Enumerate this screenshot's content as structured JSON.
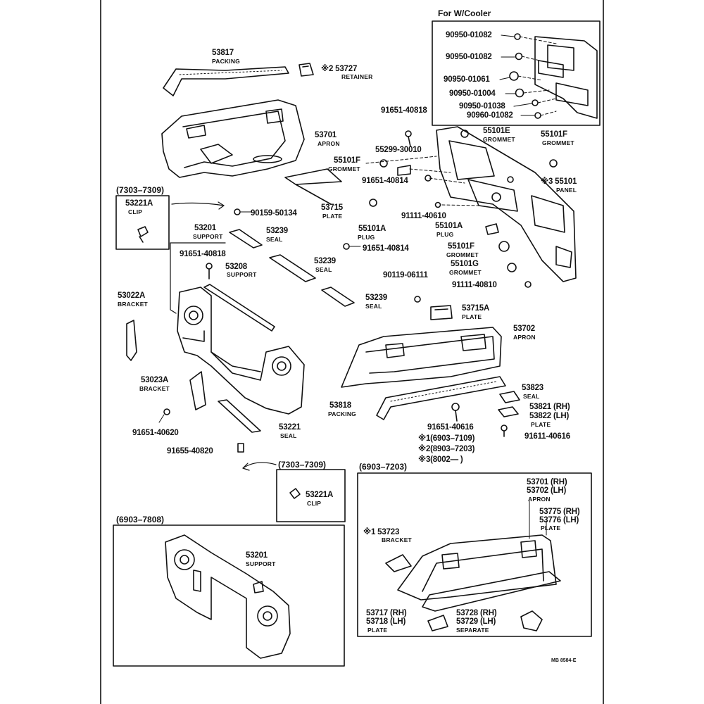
{
  "sections": {
    "cooler": "For W/Cooler",
    "range_7303_top": "(7303–7309)",
    "range_7303_bottom": "(7303–7309)",
    "range_6903_7808": "(6903–7808)",
    "range_6903_7203": "(6903–7203)"
  },
  "notes": {
    "n1": "※1(6903–7109)",
    "n2": "※2(8903–7203)",
    "n3": "※3(8002—        )"
  },
  "cooler_parts": [
    "90950-01082",
    "90950-01082",
    "90950-01061",
    "90950-01004",
    "90950-01038",
    "90960-01082"
  ],
  "labels": {
    "p53817": "53817",
    "p53817n": "PACKING",
    "p53727": "※2 53727",
    "p53727n": "RETAINER",
    "p53701": "53701",
    "p53701n": "APRON",
    "p91651_40818a": "91651-40818",
    "p55101E": "55101E",
    "p55101En": "GROMMET",
    "p55101Fa": "55101F",
    "p55101Fan": "GROMMET",
    "p55299": "55299-30010",
    "p55101Fb": "55101F",
    "p55101Fbn": "GROMMET",
    "p91651_40814a": "91651-40814",
    "p55101": "※3 55101",
    "p55101n": "PANEL",
    "p53221Aa": "53221A",
    "p53221Aan": "CLIP",
    "p90159": "90159-50134",
    "p53715": "53715",
    "p53715n": "PLATE",
    "p91111_40610": "91111-40610",
    "p55101Aa": "55101A",
    "p55101Aan": "PLUG",
    "p55101Ab": "55101A",
    "p55101Abn": "PLUG",
    "p53201a": "53201",
    "p53201an": "SUPPORT",
    "p53239a": "53239",
    "p53239an": "SEAL",
    "p91651_40814b": "91651-40814",
    "p55101Fc": "55101F",
    "p55101Fcn": "GROMMET",
    "p91651_40818b": "91651-40818",
    "p53208": "53208",
    "p53208n": "SUPPORT",
    "p53239b": "53239",
    "p53239bn": "SEAL",
    "p55101G": "55101G",
    "p55101Gn": "GROMMET",
    "p90119": "90119-06111",
    "p91111_40810": "91111-40810",
    "p53022A": "53022A",
    "p53022An": "BRACKET",
    "p53239c": "53239",
    "p53239cn": "SEAL",
    "p53715A": "53715A",
    "p53715An": "PLATE",
    "p53702": "53702",
    "p53702n": "APRON",
    "p53023A": "53023A",
    "p53023An": "BRACKET",
    "p53823": "53823",
    "p53823n": "SEAL",
    "p53818": "53818",
    "p53818n": "PACKING",
    "p53821": "53821 (RH)",
    "p53822": "53822 (LH)",
    "p53821n": "PLATE",
    "p91651_40620": "91651-40620",
    "p53221": "53221",
    "p53221n": "SEAL",
    "p91651_40616": "91651-40616",
    "p91611_40616": "91611-40616",
    "p91655_40820": "91655-40820",
    "p53221Ab": "53221A",
    "p53221Abn": "CLIP",
    "b53701": "53701 (RH)",
    "b53702": "53702 (LH)",
    "b53701n": "APRON",
    "b53775": "53775 (RH)",
    "b53776": "53776 (LH)",
    "b53775n": "PLATE",
    "b53723": "※1 53723",
    "b53723n": "BRACKET",
    "b53717": "53717 (RH)",
    "b53718": "53718 (LH)",
    "b53717n": "PLATE",
    "b53728": "53728 (RH)",
    "b53729": "53729 (LH)",
    "b53728n": "SEPARATE",
    "c53201": "53201",
    "c53201n": "SUPPORT"
  },
  "footer_code": "MB 8584-E"
}
